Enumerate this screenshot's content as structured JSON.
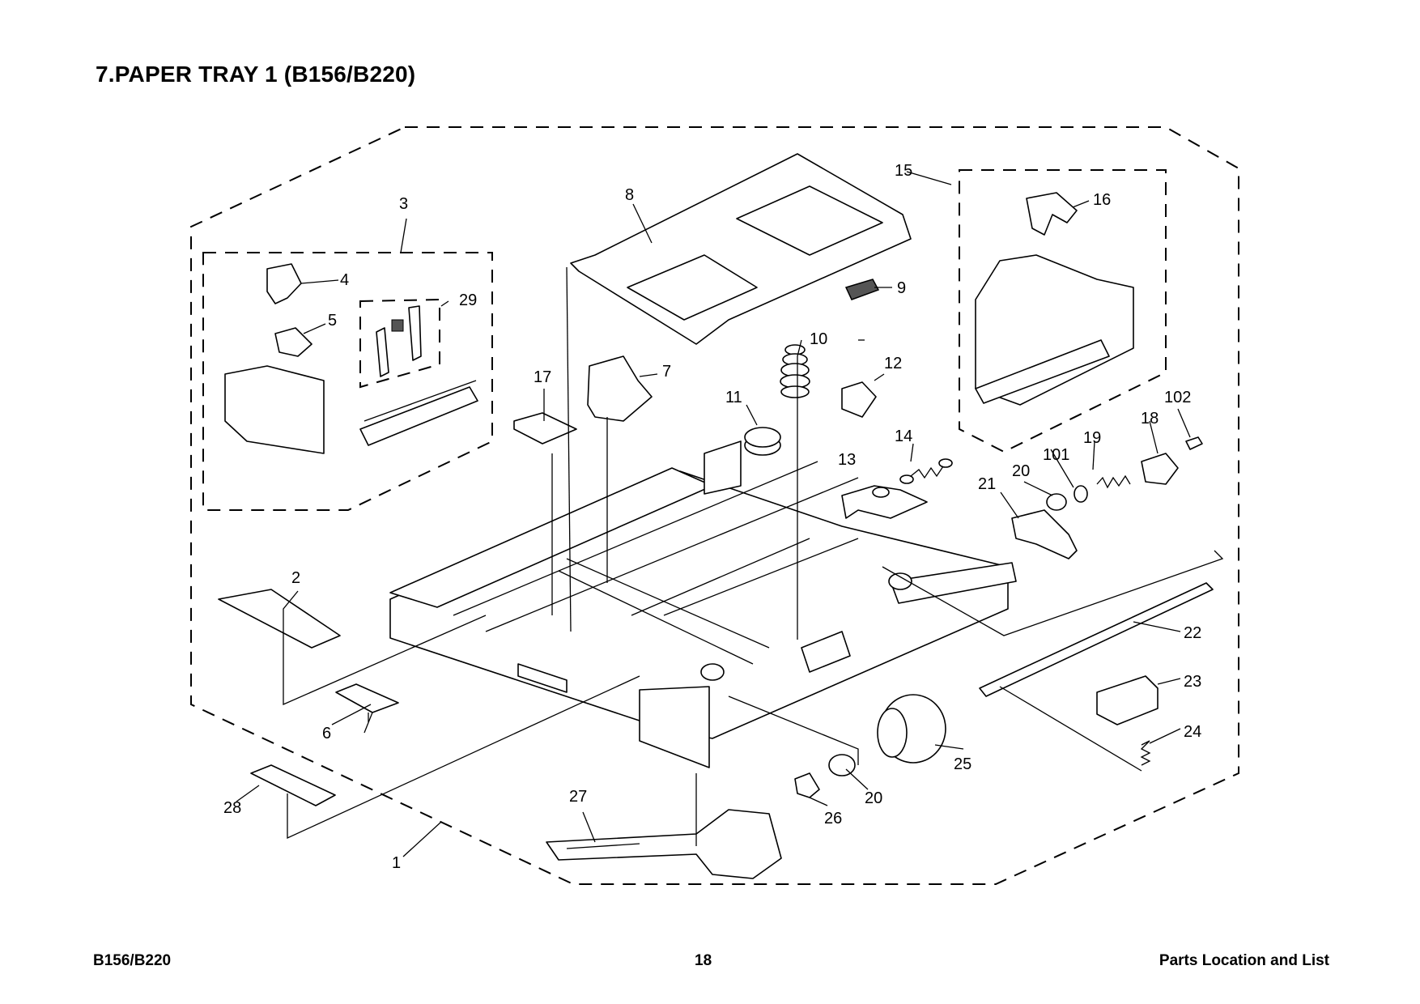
{
  "page": {
    "title": "7.PAPER TRAY 1 (B156/B220)",
    "footer_left": "B156/B220",
    "footer_center": "18",
    "footer_right": "Parts Location and List"
  },
  "callouts": [
    {
      "id": "c1",
      "label": "1"
    },
    {
      "id": "c2",
      "label": "2"
    },
    {
      "id": "c3",
      "label": "3"
    },
    {
      "id": "c4",
      "label": "4"
    },
    {
      "id": "c5",
      "label": "5"
    },
    {
      "id": "c6",
      "label": "6"
    },
    {
      "id": "c7",
      "label": "7"
    },
    {
      "id": "c8",
      "label": "8"
    },
    {
      "id": "c9",
      "label": "9"
    },
    {
      "id": "c10",
      "label": "10"
    },
    {
      "id": "c11",
      "label": "11"
    },
    {
      "id": "c12",
      "label": "12"
    },
    {
      "id": "c13",
      "label": "13"
    },
    {
      "id": "c14",
      "label": "14"
    },
    {
      "id": "c15",
      "label": "15"
    },
    {
      "id": "c16",
      "label": "16"
    },
    {
      "id": "c17",
      "label": "17"
    },
    {
      "id": "c18",
      "label": "18"
    },
    {
      "id": "c19",
      "label": "19"
    },
    {
      "id": "c20a",
      "label": "20"
    },
    {
      "id": "c20b",
      "label": "20"
    },
    {
      "id": "c21",
      "label": "21"
    },
    {
      "id": "c22",
      "label": "22"
    },
    {
      "id": "c23",
      "label": "23"
    },
    {
      "id": "c24",
      "label": "24"
    },
    {
      "id": "c25",
      "label": "25"
    },
    {
      "id": "c26",
      "label": "26"
    },
    {
      "id": "c27",
      "label": "27"
    },
    {
      "id": "c28",
      "label": "28"
    },
    {
      "id": "c29",
      "label": "29"
    },
    {
      "id": "c101",
      "label": "101"
    },
    {
      "id": "c102",
      "label": "102"
    }
  ]
}
